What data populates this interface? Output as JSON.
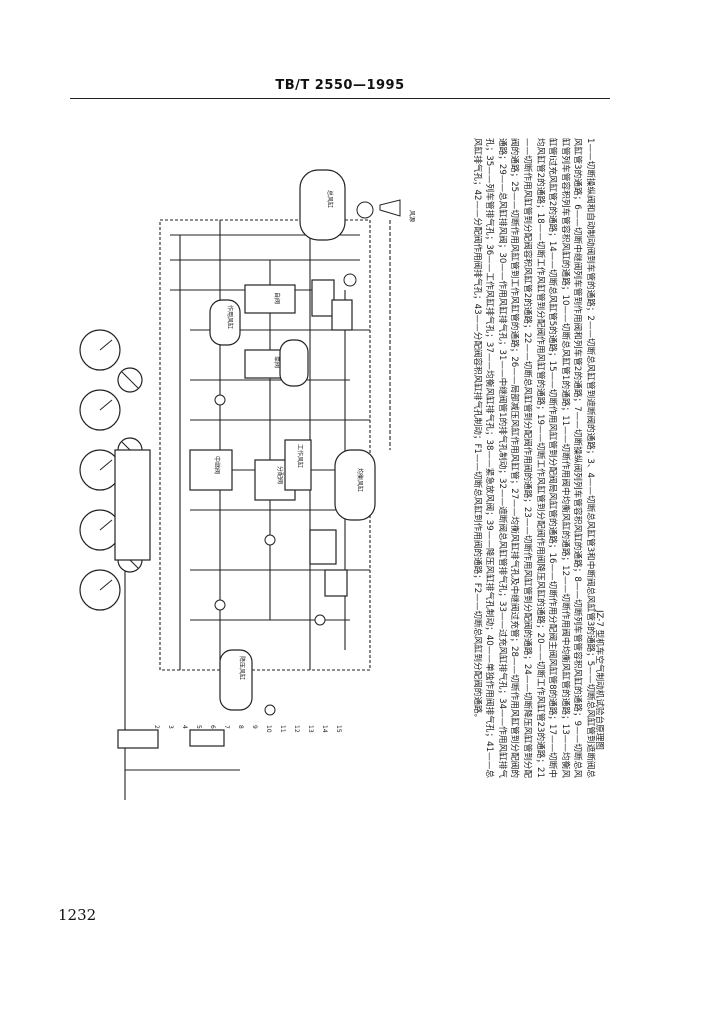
{
  "header": {
    "standard": "TB/T 2550—1995"
  },
  "page_number": "1232",
  "figure": {
    "caption": "JZ-7 型机车空气制动机试验台原理图",
    "legend": "1——切断操纵阀和自动制动阀到车管的通路；2——切断总风缸管到遮断阀的通路；3、4——切断总风缸管3和中断阀总风缸管3的通路；5——切断总风缸管到遮断阀总风缸管3的通路；6——切断中继阀列车管到作用阀和列车管2的通路；7——切断操纵阀列列车管容积风缸的通路；8——切断列车管管容积风缸的通路；9——切断总风缸管列车管容积列车管容积风缸的通路；10——切断总风缸管1的通路；11——切断作用阀中均衡风缸的通路；12——切断作用阀中均衡风缸管的通路；13——均衡风缸管Ⅰ过充风缸管2的通路；14——切断总风缸管5的通路；15——切断作用风缸管到分配阀局风缸管的通路；16——切断作用分配阀主阀风缸管8的通路；17——切断中均风缸管2的通路；18——切断工作风缸管到分配阀作用风缸管的通路；19——切断工作风缸管到分配阀作用阀降压风缸的通路；20——切断工作风缸管23的通路；21——切断作用风缸管到分配阀容积风缸管2的通路；22——切断总风缸管到分配阀作用阀的通路；23——切断作用风缸管到分配阀的通路；24——切断降压风缸管到分配阀的通路；25——切断作用风缸管到工作风缸管的通路；26——局部减压风缸作用风缸管；27——均衡风缸排气孔及中继阀过充管；28——切断作用风缸管到分配阀的通路；29——总风缸排风阀；30——作用风缸排气孔；31——中继阀管1的排气孔制动；32——遮断阀总风缸管排气孔；33——过充风缸排气孔；34——作用风缸排气孔；35——列车管排气孔；36——工作风缸排气孔；37——均衡风缸排气孔；38——紧急放风阀；39——降压风缸排气孔制动；40——单独作用阀排气孔；41——总风缸排气孔；42——分配阀作用阀排气孔；43——分配阀容积风缸排气孔制动；F1——切断总风缸到作用阀的通路；F2——切断总风缸到分配阀的通路。"
  },
  "diagram_labels": {
    "main_reservoir": "总风缸",
    "equalizing_reservoir": "均衡风缸",
    "brake_valve": "自阀",
    "independent_valve": "单阀",
    "relay_valve": "中继阀",
    "distributing_valve": "分配阀",
    "working_reservoir": "工作风缸",
    "pressure_reducing": "降压风缸",
    "brake_cylinder": "作用风缸",
    "vent": "风源",
    "pipe_numbers": [
      "2",
      "3",
      "4",
      "5",
      "6",
      "7",
      "8",
      "9",
      "10",
      "11",
      "12",
      "13",
      "14",
      "15"
    ]
  }
}
